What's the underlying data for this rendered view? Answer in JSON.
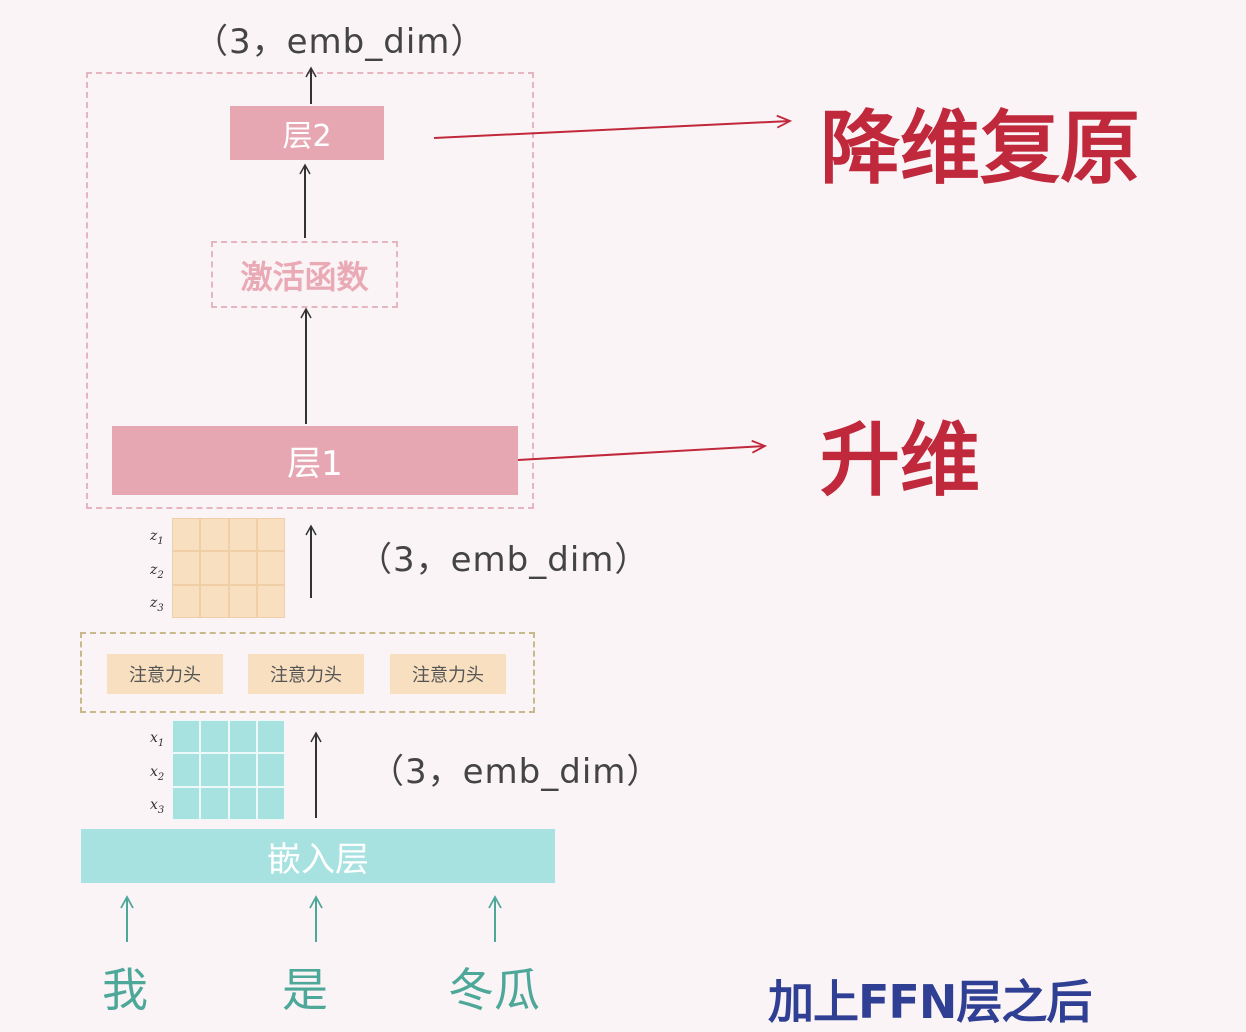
{
  "dims": {
    "top": "（3，emb_dim）",
    "middle": "（3，emb_dim）",
    "bottom": "（3，emb_dim）"
  },
  "ffn": {
    "layer2": "层2",
    "activation": "激活函数",
    "layer1": "层1"
  },
  "annotations": {
    "down": "降维复原",
    "up": "升维"
  },
  "z_rows": [
    "z",
    "z",
    "z"
  ],
  "x_rows": [
    "x",
    "x",
    "x"
  ],
  "row_subs": [
    "1",
    "2",
    "3"
  ],
  "attention_heads": [
    "注意力头",
    "注意力头",
    "注意力头"
  ],
  "embedding": "嵌入层",
  "words": [
    "我",
    "是",
    "冬瓜"
  ],
  "footer": "加上FFN层之后",
  "colors": {
    "background": "#fbf4f6",
    "ffn_layer": "#e6a7b3",
    "annotation_red": "#c0283c",
    "attention_head": "#f8dfc0",
    "embedding": "#a7e1e0",
    "word_green": "#4ea89a",
    "footer_blue": "#2f3f93"
  }
}
